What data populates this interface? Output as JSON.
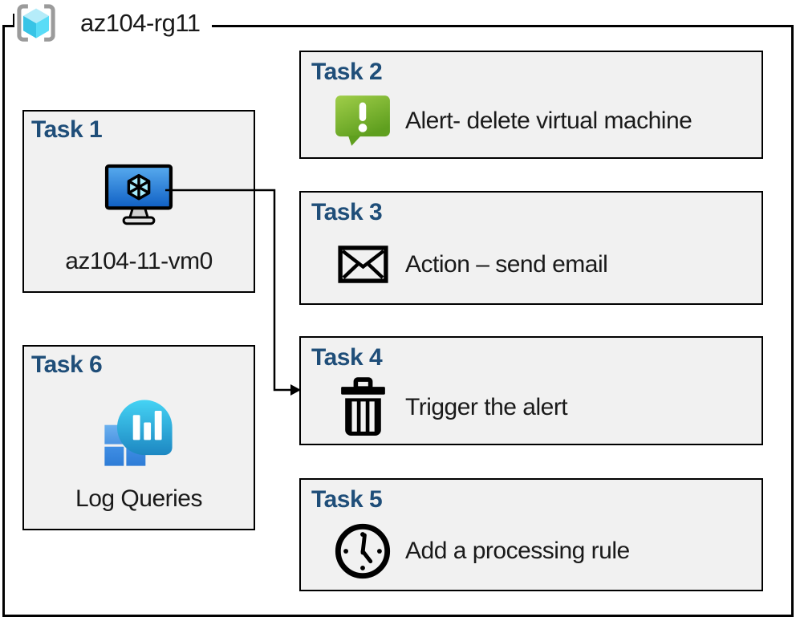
{
  "header": {
    "title": "az104-rg11",
    "icon": "resource-group-icon"
  },
  "tasks": {
    "task1": {
      "title": "Task 1",
      "label": "az104-11-vm0",
      "icon": "virtual-machine-icon"
    },
    "task2": {
      "title": "Task 2",
      "label": "Alert- delete virtual machine",
      "icon": "alert-icon"
    },
    "task3": {
      "title": "Task 3",
      "label": "Action – send email",
      "icon": "email-envelope-icon"
    },
    "task4": {
      "title": "Task 4",
      "label": "Trigger the alert",
      "icon": "trash-icon"
    },
    "task5": {
      "title": "Task 5",
      "label": "Add a processing rule",
      "icon": "clock-icon"
    },
    "task6": {
      "title": "Task 6",
      "label": "Log Queries",
      "icon": "log-analytics-icon"
    }
  },
  "connector": {
    "from_task": "Task 1",
    "to_task": "Task 4"
  },
  "colors": {
    "heading": "#1f4e79",
    "card_background": "#f1f1f1",
    "border": "#000000",
    "canvas_background": "#ffffff",
    "label_text": "#1a1a1a",
    "alert_green_light": "#a0ce49",
    "alert_green_dark": "#5f9f1f",
    "vm_screen_blue_light": "#58abee",
    "vm_screen_blue_dark": "#0f5fc4",
    "vm_cube_cyan": "#a6ecfc",
    "log_bubble_cyan_light": "#45d3f4",
    "log_bubble_blue_dark": "#1d87c2",
    "log_square_light_blue": "#6cb1ef",
    "log_square_blue": "#2e7cd6",
    "rg_bracket_gray": "#9b9b9b",
    "rg_cube_top": "#b5ecf9",
    "rg_cube_left": "#38c4e6",
    "rg_cube_right": "#59dcf7"
  }
}
